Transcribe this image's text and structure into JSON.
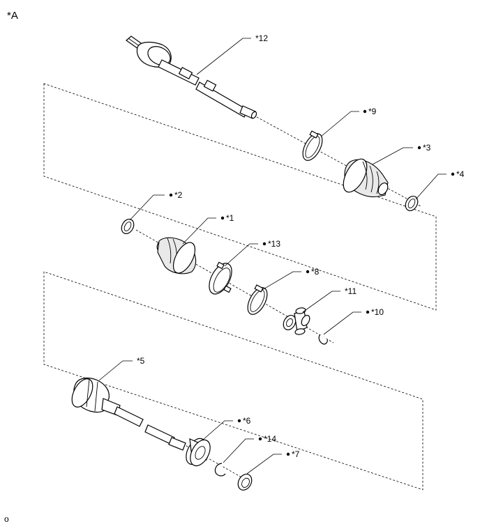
{
  "figure_label": "*A",
  "footer_mark": "o",
  "callouts": [
    {
      "id": "c12",
      "text": "*12"
    },
    {
      "id": "c9",
      "text": "*9"
    },
    {
      "id": "c3",
      "text": "*3"
    },
    {
      "id": "c4",
      "text": "*4"
    },
    {
      "id": "c2",
      "text": "*2"
    },
    {
      "id": "c1",
      "text": "*1"
    },
    {
      "id": "c13",
      "text": "*13"
    },
    {
      "id": "c8",
      "text": "*8"
    },
    {
      "id": "c11",
      "text": "*11"
    },
    {
      "id": "c10",
      "text": "*10"
    },
    {
      "id": "c5",
      "text": "*5"
    },
    {
      "id": "c6",
      "text": "*6"
    },
    {
      "id": "c14",
      "text": "*14"
    },
    {
      "id": "c7",
      "text": "*7"
    }
  ]
}
